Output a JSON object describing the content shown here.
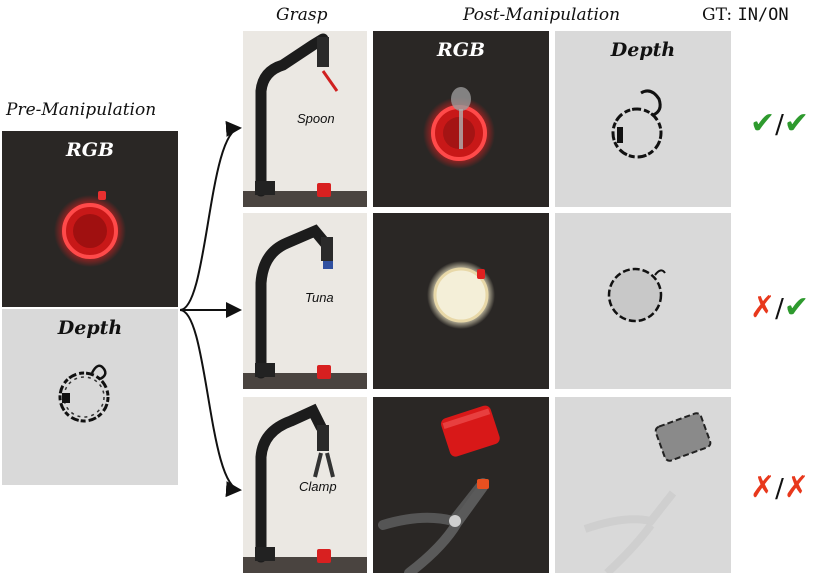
{
  "headers": {
    "grasp": "Grasp",
    "post_manipulation": "Post-Manipulation",
    "pre_manipulation": "Pre-Manipulation",
    "gt_prefix": "GT:",
    "gt_value": "IN/ON"
  },
  "panel_labels": {
    "rgb": "RGB",
    "depth": "Depth"
  },
  "rows": [
    {
      "object": "Spoon",
      "verdict_in": "✔",
      "verdict_on": "✔",
      "separator": "/",
      "in_color": "#2e9a2e",
      "on_color": "#2e9a2e"
    },
    {
      "object": "Tuna",
      "verdict_in": "✗",
      "verdict_on": "✔",
      "separator": "/",
      "in_color": "#e8381c",
      "on_color": "#2e9a2e"
    },
    {
      "object": "Clamp",
      "verdict_in": "✗",
      "verdict_on": "✗",
      "separator": "/",
      "in_color": "#e8381c",
      "on_color": "#e8381c"
    }
  ],
  "colors": {
    "cup_red": "#e02020",
    "dark_bg": "#2a2725",
    "depth_bg": "#d9d9d9",
    "check_green": "#2e9a2e",
    "cross_red": "#e8381c"
  }
}
